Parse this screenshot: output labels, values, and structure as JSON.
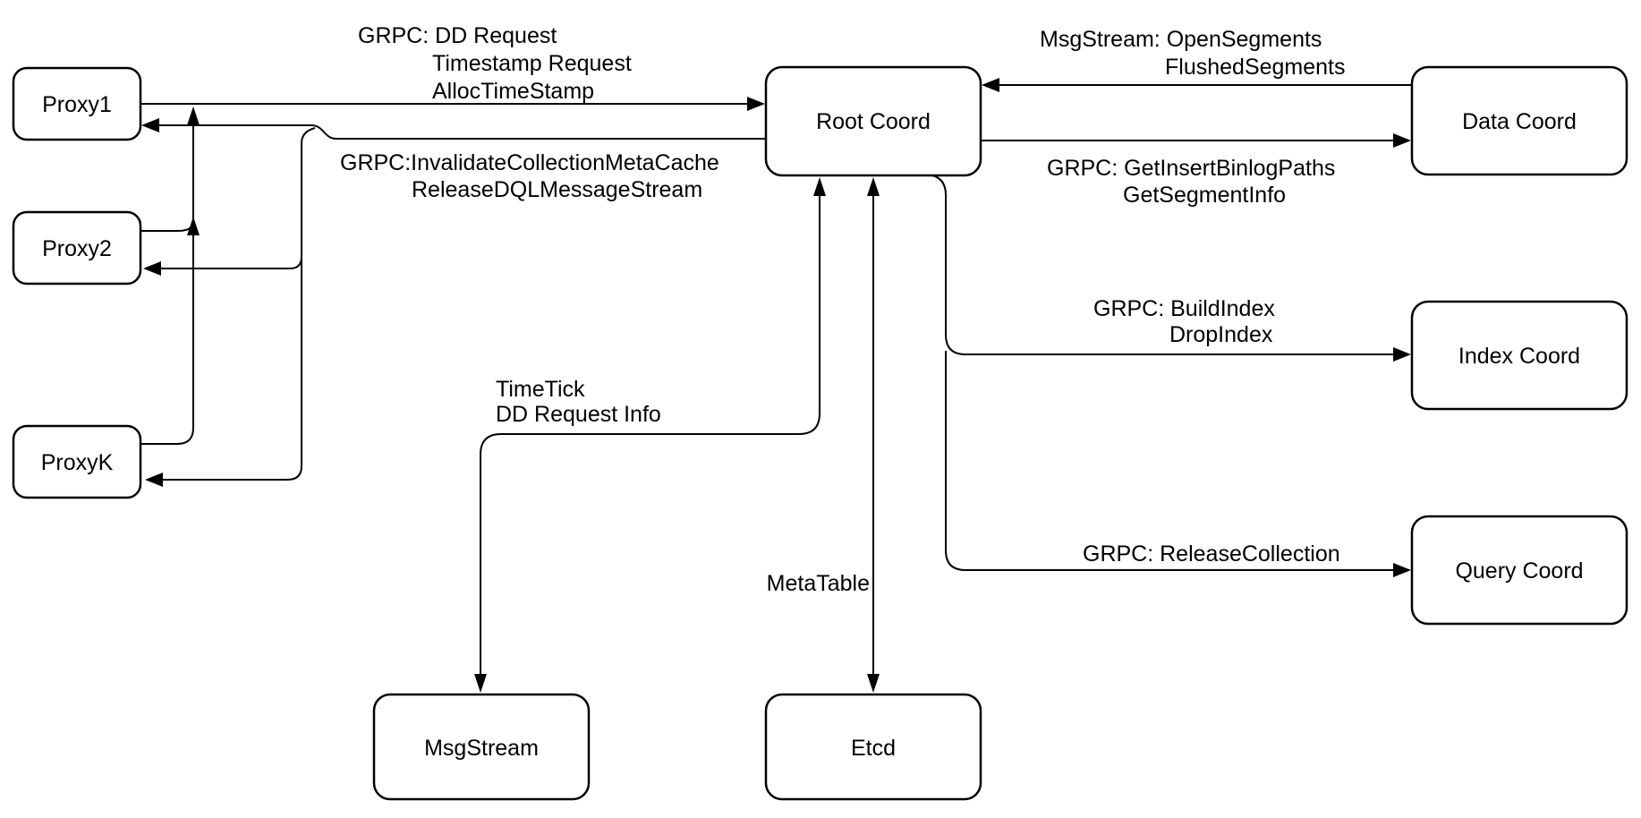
{
  "diagram": {
    "colors": {
      "background": "#ffffff",
      "node_fill": "#ffffff",
      "stroke": "#000000",
      "text": "#000000"
    },
    "nodes": {
      "proxy1": {
        "label": "Proxy1"
      },
      "proxy2": {
        "label": "Proxy2"
      },
      "proxyk": {
        "label": "ProxyK"
      },
      "root_coord": {
        "label": "Root Coord"
      },
      "data_coord": {
        "label": "Data Coord"
      },
      "index_coord": {
        "label": "Index Coord"
      },
      "query_coord": {
        "label": "Query Coord"
      },
      "msgstream": {
        "label": "MsgStream"
      },
      "etcd": {
        "label": "Etcd"
      }
    },
    "edges": {
      "proxies_to_root": {
        "label_lines": [
          "GRPC: DD Request",
          "Timestamp Request",
          "AllocTimeStamp"
        ],
        "from": "Proxy1/Proxy2/ProxyK",
        "to": "Root Coord"
      },
      "root_to_proxies": {
        "label_lines": [
          "GRPC:InvalidateCollectionMetaCache",
          "ReleaseDQLMessageStream"
        ],
        "from": "Root Coord",
        "to": "Proxy1/Proxy2/ProxyK"
      },
      "data_to_root": {
        "label_lines": [
          "MsgStream: OpenSegments",
          "FlushedSegments"
        ],
        "from": "Data Coord",
        "to": "Root Coord"
      },
      "root_to_data": {
        "label_lines": [
          "GRPC: GetInsertBinlogPaths",
          "GetSegmentInfo"
        ],
        "from": "Root Coord",
        "to": "Data Coord"
      },
      "root_to_index": {
        "label_lines": [
          "GRPC: BuildIndex",
          "DropIndex"
        ],
        "from": "Root Coord",
        "to": "Index Coord"
      },
      "root_to_query": {
        "label_lines": [
          "GRPC: ReleaseCollection"
        ],
        "from": "Root Coord",
        "to": "Query Coord"
      },
      "root_to_msgstream": {
        "label_lines": [
          "TimeTick",
          "DD Request Info"
        ],
        "from": "Root Coord",
        "to": "MsgStream"
      },
      "root_to_etcd": {
        "label_lines": [
          "MetaTable"
        ],
        "from": "Root Coord",
        "to": "Etcd"
      }
    }
  }
}
